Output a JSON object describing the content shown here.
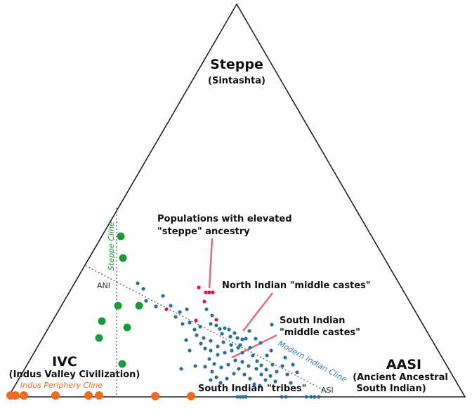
{
  "corners": {
    "top": {
      "title": "Steppe",
      "subtitle": "(Sintashta)"
    },
    "left": {
      "title": "IVC",
      "subtitle": "(Indus Valley Civilization)"
    },
    "right": {
      "title": "AASI",
      "subtitle_1": "(Ancient Ancestral",
      "subtitle_2": "South Indian)"
    }
  },
  "annotations": {
    "steppe_pop_1": "Populations with elevated",
    "steppe_pop_2": "\"steppe\" ancestry",
    "north_indian": "North Indian \"middle castes\"",
    "south_indian_1": "South Indian",
    "south_indian_2": "\"middle castes\"",
    "tribes": "South Indian \"tribes\""
  },
  "clines": {
    "steppe": "Steppe Cline",
    "modern": "Modern Indian Cline",
    "indus": "Indus Periphery Cline"
  },
  "labels": {
    "ani": "ANI",
    "asi": "ASI"
  },
  "colors": {
    "green": "#1a9a3c",
    "orange": "#f26a1b",
    "blue": "#2a6f9e",
    "red": "#e0174f",
    "pointer": "#e8697e",
    "modern_cline_text": "#3a7fae"
  }
}
